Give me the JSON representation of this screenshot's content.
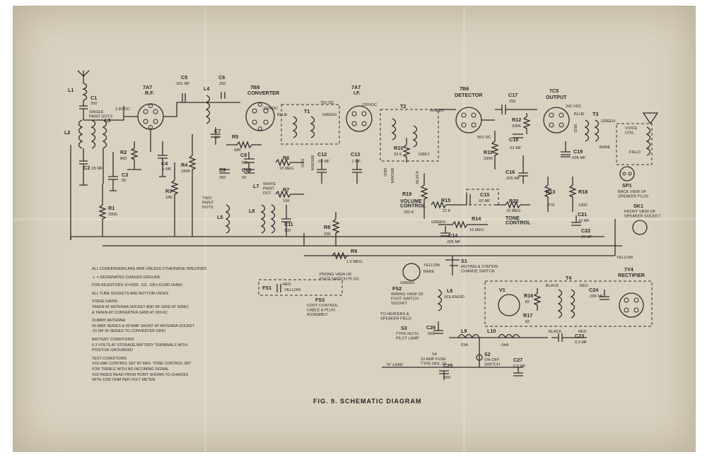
{
  "title": "FIG. 9.   SCHEMATIC DIAGRAM",
  "tubes": [
    {
      "id": "7A7",
      "role": "R.F."
    },
    {
      "id": "7B8",
      "role": "CONVERTER"
    },
    {
      "id": "7A7b",
      "label": "7A7",
      "role": "I.F."
    },
    {
      "id": "7B6",
      "role": "DETECTOR"
    },
    {
      "id": "7C5",
      "role": "OUTPUT"
    },
    {
      "id": "7Y4",
      "role": "RECTIFIER"
    }
  ],
  "labels": {
    "L1": "L1",
    "L2": "L2",
    "L3": "L3",
    "L4": "L4",
    "L5": "L5",
    "L6": "L6",
    "L7": "L7",
    "L8": "L8",
    "L9": "L9",
    "L10": "L10",
    "C1": "C1",
    "C1v": "250",
    "C2": "C2",
    "C2v": ".05 MF",
    "C3": "C3",
    "C3v": "50",
    "C4": "C4",
    "C4v": ".1 MF",
    "C5": "C5",
    "C5v": ".001 MF",
    "C6": "C6",
    "C6v": "250",
    "C7": "C7",
    "C7v": "50",
    "C8": "C8",
    "C8v": "100",
    "C9": "C9",
    "C9v": "350",
    "C10": "C10",
    "C10v": "50",
    "C11": "C11",
    "C11v": "100",
    "C12": "C12",
    "C12v": ".05 MF",
    "C13": "C13",
    "C13v": ".1 MF",
    "C14": "C14",
    "C14v": ".005 MF",
    "C15": "C15",
    "C15v": ".02 MF",
    "C16": "C16",
    "C16v": ".005 MF",
    "C17": "C17",
    "C17v": "250",
    "C18": "C18",
    "C18v": ".01 MF",
    "C19": "C19",
    "C19v": ".005 MF",
    "C21": "C21",
    "C21v": "10 MF",
    "C22": "C22",
    "C22v": "20 MF",
    "C23": "C23",
    "C23v": "0.3 MF",
    "C24": "C24",
    "C24v": ".006 MF",
    "C25": "C25",
    "C25v": "500",
    "C26": "C26",
    "C26v": "500",
    "C27": "C27",
    "C27v": "0.5 MF",
    "R1": "R1",
    "R1v": "330K",
    "R2": "R2",
    "R2v": "800",
    "R3": "R3",
    "R3v": "18K",
    "R4": "R4",
    "R4v": "330K",
    "R5": "R5",
    "R5v": "68K",
    "R6": "R6",
    "R6v": "10 MEG",
    "R7": "R7",
    "R7v": "15K",
    "R8": "R8",
    "R8v": "33K",
    "R9": "R9",
    "R9v": "1.0 MEG.",
    "R10": "R10",
    "R10v": "33 K",
    "R11": "R11",
    "R11v": "330K",
    "R12": "R12",
    "R12v": "330K",
    "R13": "R13",
    "R13v": "270",
    "R14": "R14",
    "R14v": "15 MEG",
    "R15": "R15",
    "R15v": "22 K",
    "R16": "R16",
    "R16v": "82",
    "R17": "R17",
    "R17v": "82",
    "R18": "R18",
    "R18v": "1900",
    "R19": "R19",
    "R19v": "250 K",
    "R20": "R20",
    "R20v": "15 MEG",
    "T1": "T1",
    "T2": "T2",
    "T3": "T3",
    "T4": "T4",
    "V1": "V1",
    "single_paint": "SINGLE\nPAINT DOTS",
    "two_paint": "TWO\nPAINT\nDOTS",
    "white_paint": "WHITE\nPAINT\nDOT",
    "volume": "VOLUME\nCONTROL",
    "tone": "TONE\nCONTROL",
    "v_rf": "2.8V DC",
    "v_conv": "220VDC",
    "v_if1": "75V DC",
    "v_if2": "220VDC",
    "v_det": "95V DC",
    "v_out": "241 VDC",
    "blue": "BLUE",
    "green": "GREEN",
    "red": "RED",
    "black": "BLACK",
    "grey": "GREY",
    "yellow": "YELLOW",
    "brown": "BROWN",
    "bare": "BARE",
    "voice_coil": "VOICE\nCOIL",
    "field": "FIELD",
    "sp1": "SP1",
    "sp1_desc": "BACK VIEW OF\nSPEAKER PLUG",
    "sk1": "SK1",
    "sk1_desc": "FRONT VIEW OF\nSPEAKER SOCKET",
    "fs1": "FS1",
    "fs2": "FS2",
    "fs2_desc": "WIRING VIEW OF\nFOOT SWITCH\nSOCKET",
    "fs3": "FS3",
    "fs3_desc": "FOOT CONTROL\nCABLE & PLUG\nASSEMBLY",
    "prong": "PRONG VIEW OF\nFOOT SWITCH PLUG",
    "s1": "S1",
    "s1_desc": "MUTING & STATION\nCHANGE SWITCH",
    "l6_desc": "SOLENOID",
    "heaters": "TO HEATERS &\nSPEAKER FIELD",
    "s3": "S3",
    "s3_desc": "TYPE NO 51\nPILOT LAMP",
    "s4": "S4",
    "s4_desc": "10 AMP FUSE\nTYPE MDL-10",
    "s2": "S2",
    "s2_desc": "ON-OFF\nSWITCH",
    "a_lead": "\"A\" LEAD",
    "l9v": "03A",
    "l10v": ".04A"
  },
  "notes": [
    "ALL CONDENSERS ARE MMF UNLESS OTHERWISE SPECIFIED",
    "⏚ = DESIGNATES CHASSIS GROUND",
    "FOR RESISTORS: K=1000 , eg. 10K=10,000 OHMS",
    "ALL TUBE SOCKETS ARE BOTTOM VIEWS",
    "STAGE GAINS",
    "TAKEN AT ANTENNA SOCKET AND RF GRID AT 600KC",
    "& TAKEN AT CONVERTER GRID AT 265 KC",
    "DUMMY ANTENNA",
    "50 MMF SERIES & 50 MMF SHUNT AT ANTENNA SOCKET",
    ".01 MF IN SERIES TO CONVERTER GRID",
    "BATTERY CONDITIONS",
    "6.3 VOLTS AT STORAGE BATTERY TERMINALS WITH",
    "POSITIVE GROUNDED",
    "TEST CONDITIONS",
    "VOLUME CONTROL SET AT MAX. TONE CONTROL SET",
    "FOR TREBLE WITH NO INCOMING SIGNAL",
    "VOLTAGES READ FROM POINT SHOWN TO CHASSIS",
    "WITH 1000 OHM PER VOLT METER"
  ]
}
